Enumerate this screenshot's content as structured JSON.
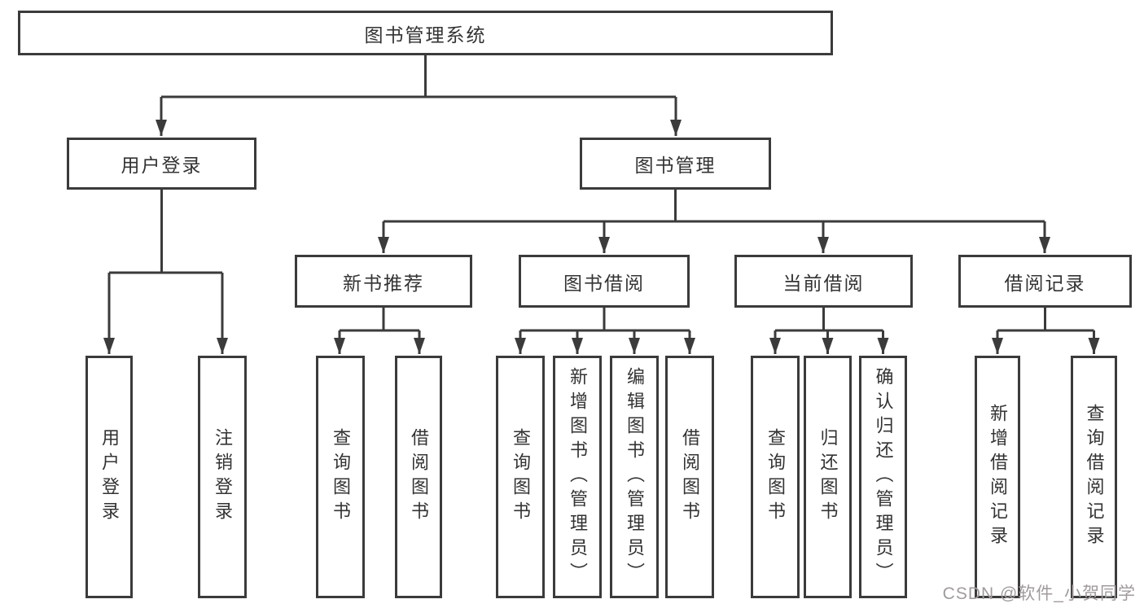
{
  "title": "图书管理系统",
  "watermark": "CSDN @软件_小贺同学",
  "colors": {
    "line": "#3b3b3b",
    "box_border": "#3b3b3b",
    "box_bg": "#ffffff",
    "text": "#333333",
    "watermark": "#a19b9b"
  },
  "nodes": {
    "root": "图书管理系统",
    "user_login": "用户登录",
    "book_management": "图书管理",
    "new_book_recommend": "新书推荐",
    "book_borrowing": "图书借阅",
    "current_borrowing": "当前借阅",
    "borrowing_records": "借阅记录",
    "leaf_user_login": "用户登录",
    "leaf_logout": "注销登录",
    "leaf_nb_query_books": "查询图书",
    "leaf_nb_borrow_books": "借阅图书",
    "leaf_bb_query_books": "查询图书",
    "leaf_bb_add_books_admin": "新增图书（管理员）",
    "leaf_bb_edit_books_admin": "编辑图书（管理员）",
    "leaf_bb_borrow_books": "借阅图书",
    "leaf_cb_query_books": "查询图书",
    "leaf_cb_return_books": "归还图书",
    "leaf_cb_confirm_return_admin": "确认归还（管理员）",
    "leaf_br_add_record": "新增借阅记录",
    "leaf_br_query_record": "查询借阅记录"
  }
}
